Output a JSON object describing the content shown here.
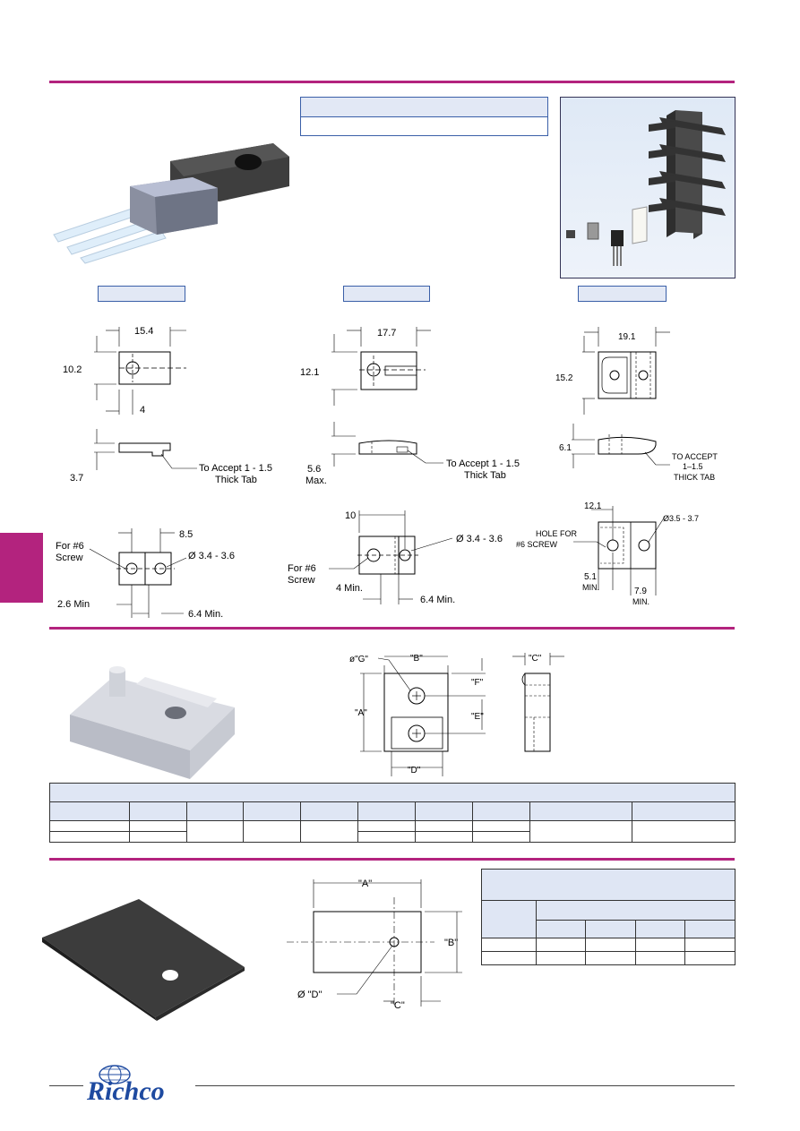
{
  "colors": {
    "accent": "#b3237e",
    "blue": "#3a5fa8",
    "light_blue": "#dfe6f4"
  },
  "section1": {
    "drawings": [
      {
        "width": "15.4",
        "height": "10.2",
        "offset": "4",
        "side": "3.7",
        "note_line1": "To Accept 1 - 1.5",
        "note_line2": "Thick Tab",
        "bottom_top": "8.5",
        "screw_line1": "For #6",
        "screw_line2": "Screw",
        "hole": "Ø 3.4 - 3.6",
        "min_left": "2.6 Min",
        "min_right": "6.4 Min."
      },
      {
        "width": "17.7",
        "height": "12.1",
        "side_line1": "5.6",
        "side_line2": "Max.",
        "note_line1": "To Accept 1 - 1.5",
        "note_line2": "Thick Tab",
        "bottom_top": "10",
        "hole": "Ø 3.4 - 3.6",
        "screw_line1": "For #6",
        "screw_line2": "Screw",
        "min_left": "4 Min.",
        "min_right": "6.4 Min."
      },
      {
        "width": "19.1",
        "height": "15.2",
        "side": "6.1",
        "note_line1": "TO ACCEPT",
        "note_line2": "1–1.5",
        "note_line3": "THICK TAB",
        "bottom_top": "12.1",
        "hole": "Ø3.5 - 3.7",
        "screw_line1": "HOLE FOR",
        "screw_line2": "#6 SCREW",
        "min_left_1": "5.1",
        "min_left_2": "MIN.",
        "min_right_1": "7.9",
        "min_right_2": "MIN."
      }
    ]
  },
  "section2": {
    "labels": {
      "g": "ø\"G\"",
      "b": "\"B\"",
      "a": "\"A\"",
      "f": "\"F\"",
      "e": "\"E\"",
      "d": "\"D\"",
      "c": "\"C\""
    }
  },
  "section3": {
    "labels": {
      "a": "\"A\"",
      "b": "\"B\"",
      "d": "Ø \"D\"",
      "c": "\"C\""
    }
  },
  "logo": {
    "text": "Richco"
  }
}
